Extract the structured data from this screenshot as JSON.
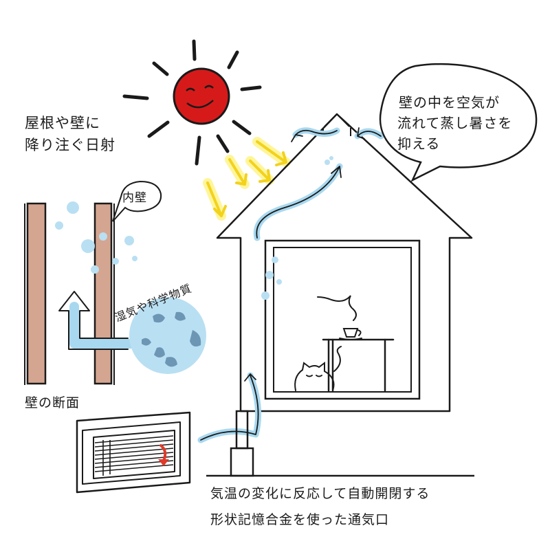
{
  "labels": {
    "sunlight_line1": "屋根や壁に",
    "sunlight_line2": "降り注ぐ日射",
    "inner_wall": "内壁",
    "moisture": "湿気や科学物質",
    "wall_section": "壁の断面",
    "bubble_line1": "壁の中を空気が",
    "bubble_line2": "流れて蒸し暑さを",
    "bubble_line3": "抑える",
    "vent_line1": "気温の変化に反応して自動開閉する",
    "vent_line2": "形状記憶合金を使った通気口"
  },
  "colors": {
    "sun": "#d61a1a",
    "sun_ray": "#1a1a1a",
    "sunlight_arrow": "#f2d21c",
    "sunlight_glow": "#fff59a",
    "air_flow": "#a8d8ef",
    "wall_panel": "#d4a590",
    "ink": "#1a1a1a",
    "molecule": "#b9dff2",
    "molecule_spot": "#6d96b5",
    "vent_arrow": "#e03a2a"
  }
}
